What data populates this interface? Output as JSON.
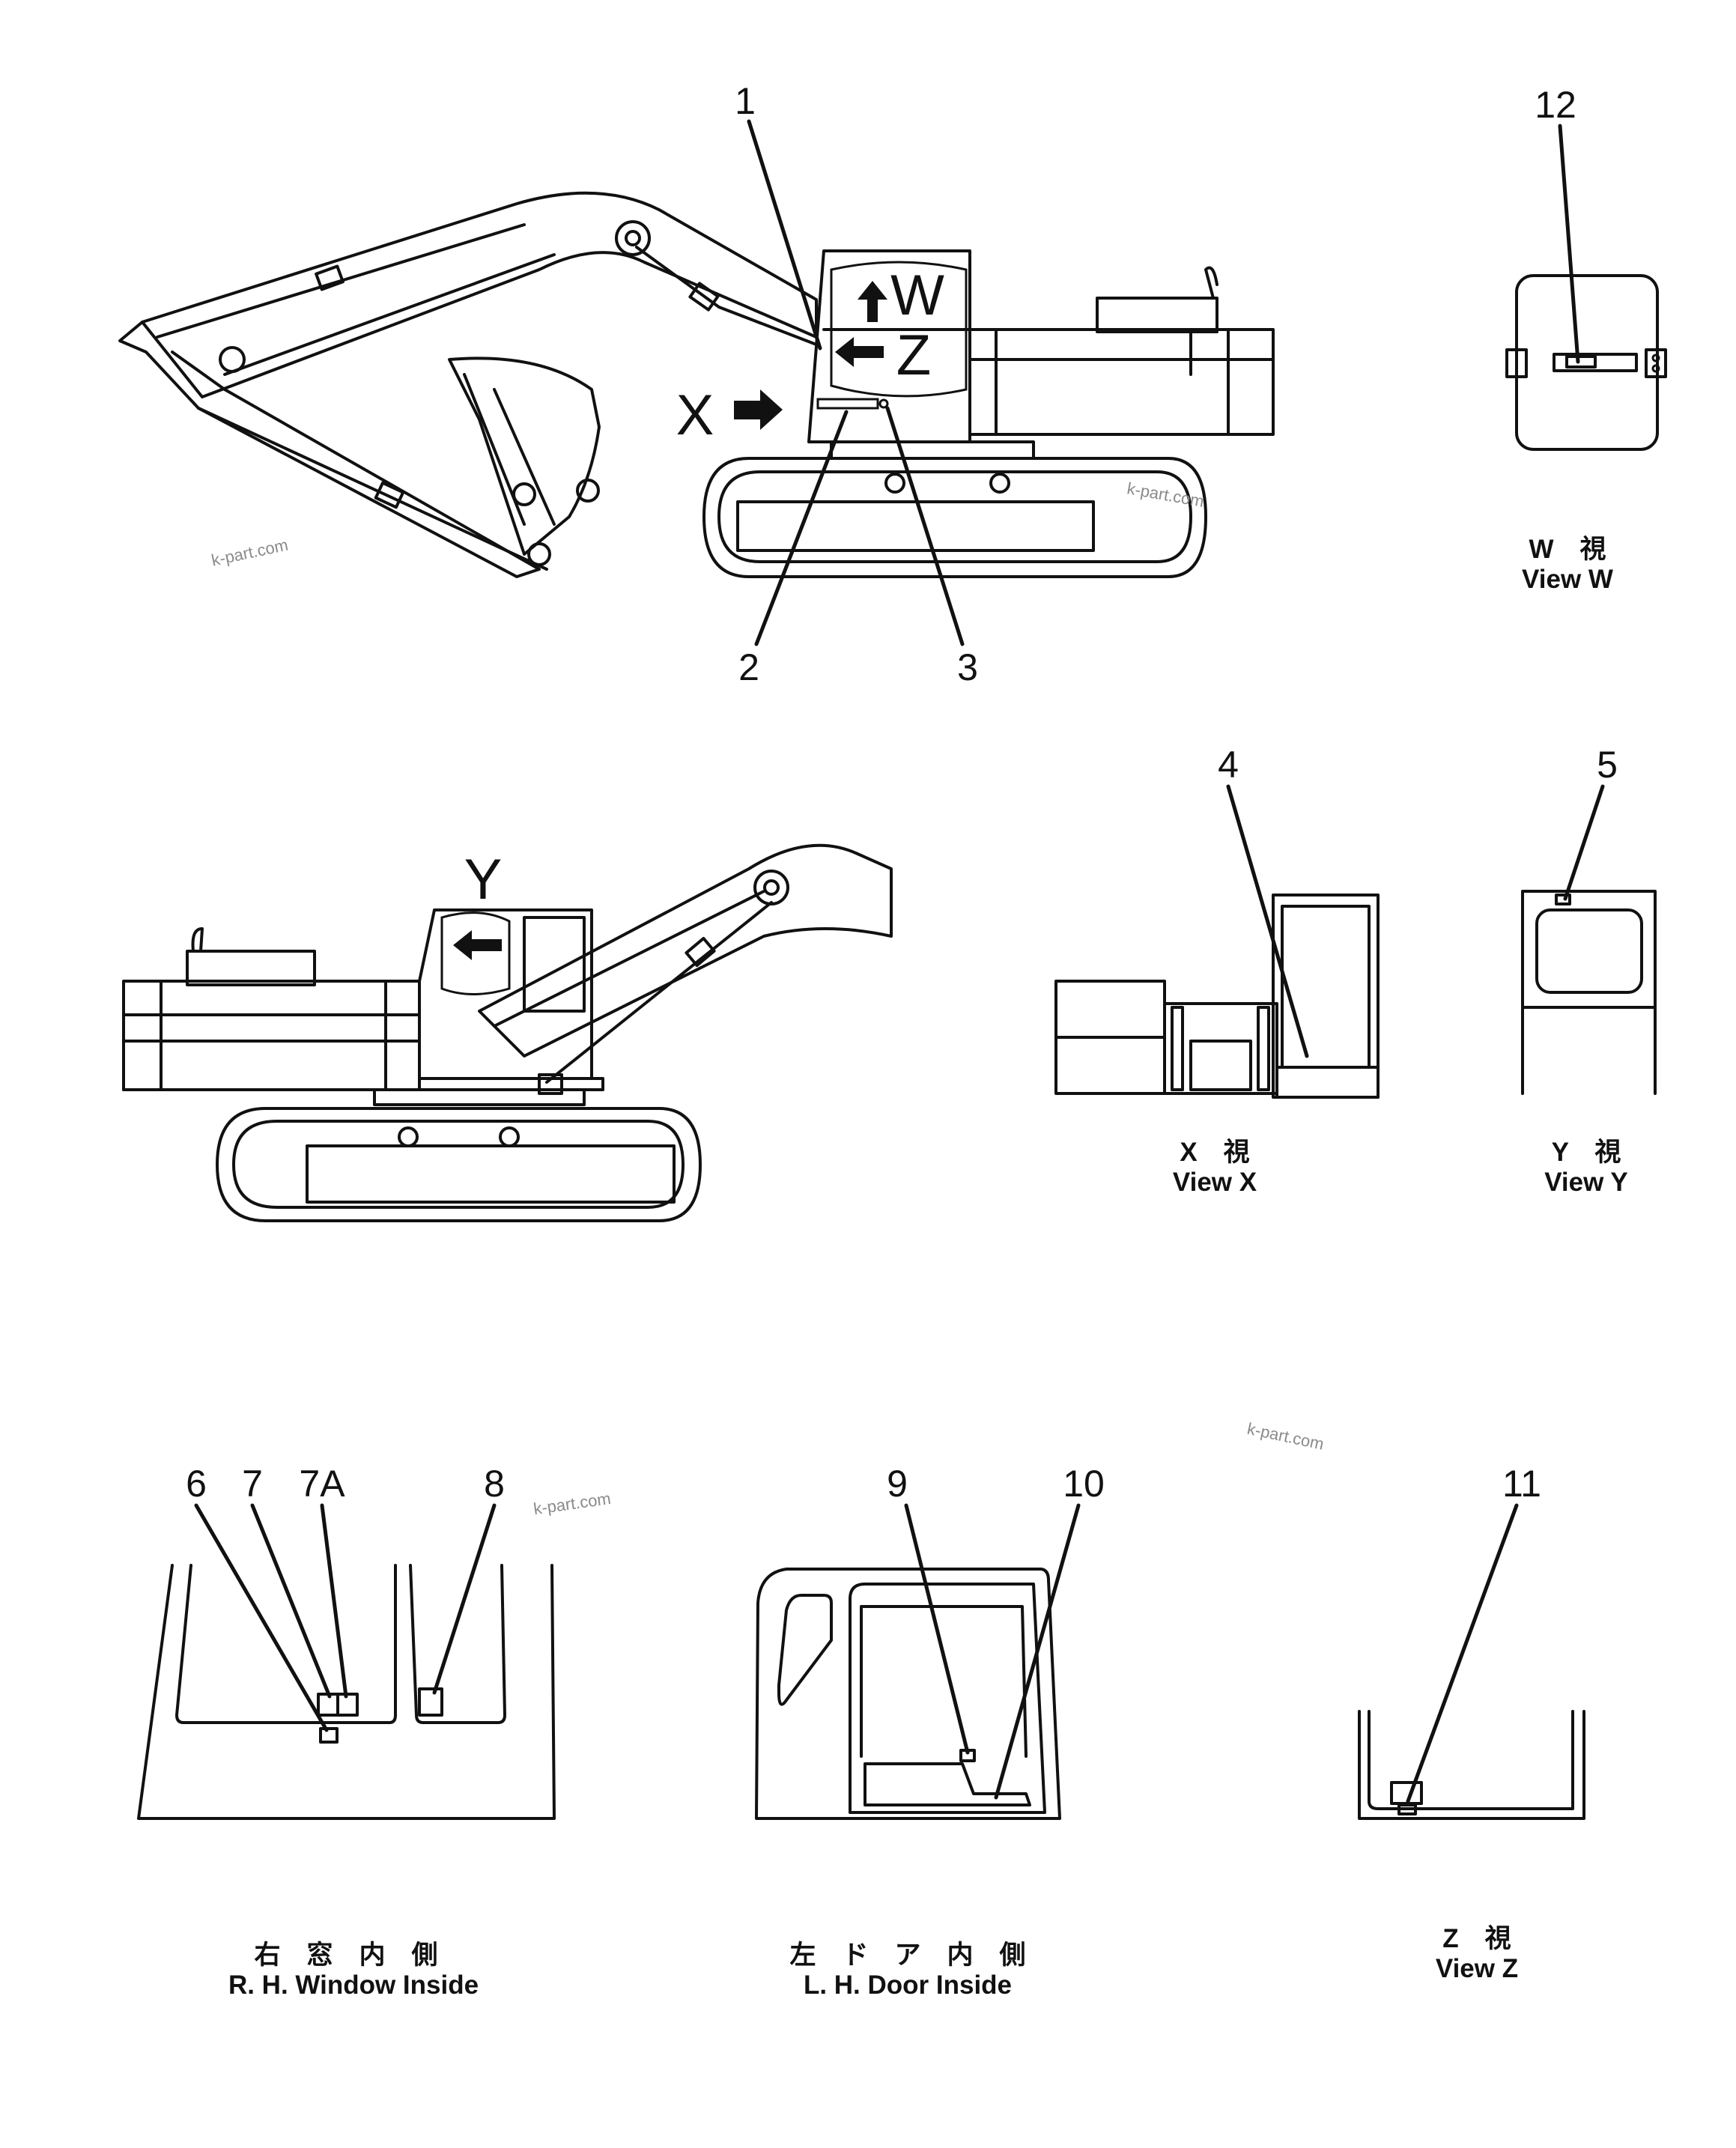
{
  "callouts": {
    "n1": "1",
    "n2": "2",
    "n3": "3",
    "n4": "4",
    "n5": "5",
    "n6": "6",
    "n7": "7",
    "n7a": "7A",
    "n8": "8",
    "n9": "9",
    "n10": "10",
    "n11": "11",
    "n12": "12"
  },
  "view_markers": {
    "w": "W",
    "z": "Z",
    "x": "X",
    "y": "Y"
  },
  "captions": {
    "view_w": {
      "jp": "W　視",
      "en": "View  W"
    },
    "view_x": {
      "jp": "X　視",
      "en": "View  X"
    },
    "view_y": {
      "jp": "Y　視",
      "en": "View  Y"
    },
    "rh_window": {
      "jp": "右　窓　内　側",
      "en": "R. H.  Window  Inside"
    },
    "lh_door": {
      "jp": "左　ド　ア　内　側",
      "en": "L. H.  Door  Inside"
    },
    "view_z": {
      "jp": "Z　視",
      "en": "View  Z"
    }
  },
  "watermarks": [
    "k-part.com",
    "k-part.com",
    "k-part.com",
    "k-part.com"
  ],
  "colors": {
    "line": "#111111",
    "paper": "#ffffff",
    "watermark": "#8a8a8a"
  }
}
